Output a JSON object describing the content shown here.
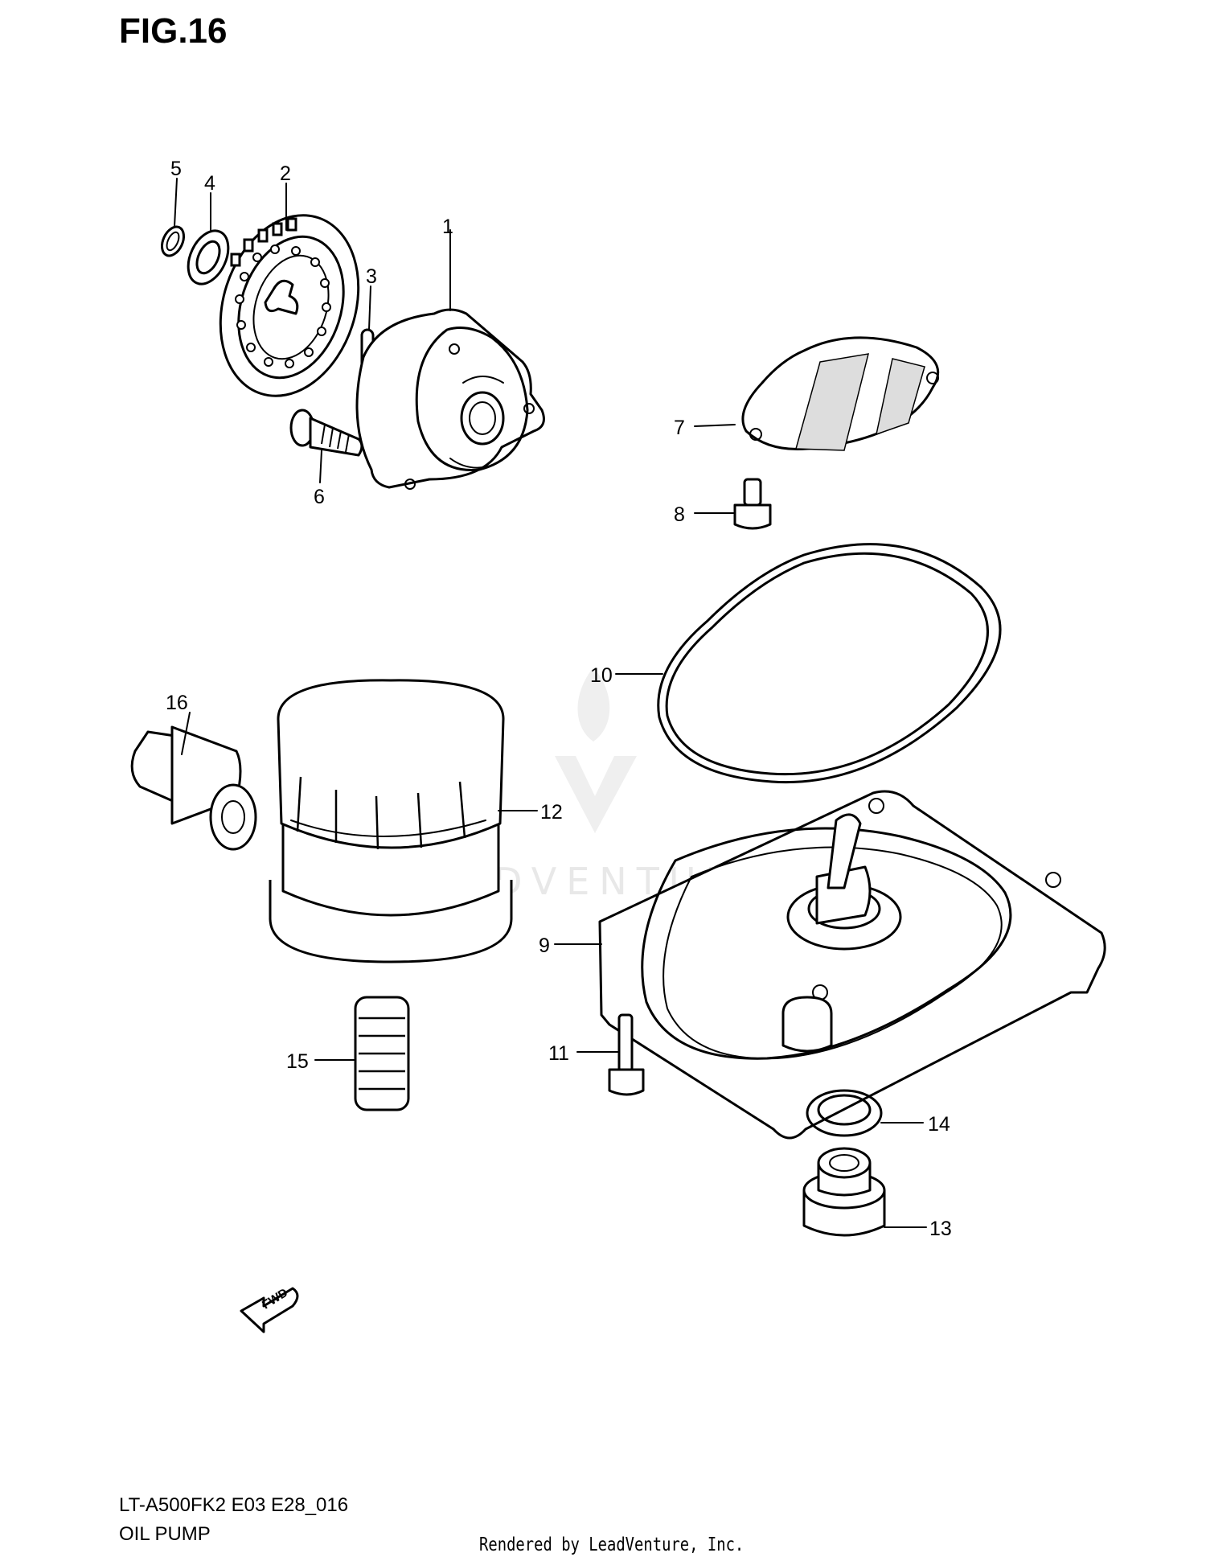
{
  "figure": {
    "title": "FIG.16",
    "model_code": "LT-A500FK2 E03 E28_016",
    "section_name": "OIL PUMP",
    "render_credit": "Rendered by LeadVenture, Inc.",
    "watermark": "LEADVENTURE"
  },
  "callouts": [
    "1",
    "2",
    "3",
    "4",
    "5",
    "6",
    "7",
    "8",
    "9",
    "10",
    "11",
    "12",
    "13",
    "14",
    "15",
    "16"
  ],
  "fwd_arrow_label": "FWD",
  "colors": {
    "ink": "#000000",
    "paper": "#ffffff",
    "watermark": "#e8e8e8"
  }
}
